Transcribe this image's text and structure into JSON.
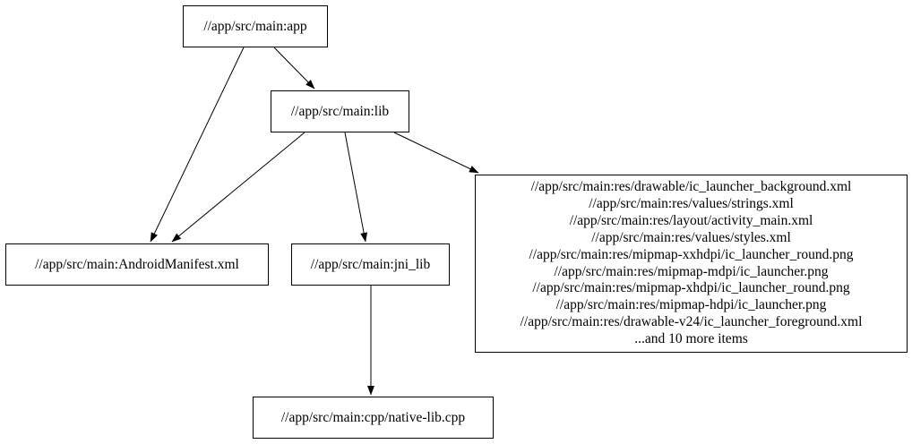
{
  "graph": {
    "background_color": "#ffffff",
    "node_border_color": "#000000",
    "edge_color": "#000000",
    "text_color": "#000000",
    "nodes": {
      "app": {
        "label": "//app/src/main:app"
      },
      "lib": {
        "label": "//app/src/main:lib"
      },
      "manifest": {
        "label": "//app/src/main:AndroidManifest.xml"
      },
      "jni_lib": {
        "label": "//app/src/main:jni_lib"
      },
      "native_cpp": {
        "label": "//app/src/main:cpp/native-lib.cpp"
      },
      "res_files": {
        "lines": [
          "//app/src/main:res/drawable/ic_launcher_background.xml",
          "//app/src/main:res/values/strings.xml",
          "//app/src/main:res/layout/activity_main.xml",
          "//app/src/main:res/values/styles.xml",
          "//app/src/main:res/mipmap-xxhdpi/ic_launcher_round.png",
          "//app/src/main:res/mipmap-mdpi/ic_launcher.png",
          "//app/src/main:res/mipmap-xhdpi/ic_launcher_round.png",
          "//app/src/main:res/mipmap-hdpi/ic_launcher.png",
          "//app/src/main:res/drawable-v24/ic_launcher_foreground.xml",
          "...and 10 more items"
        ]
      }
    },
    "edges": [
      {
        "from": "app",
        "to": "lib"
      },
      {
        "from": "app",
        "to": "manifest"
      },
      {
        "from": "lib",
        "to": "manifest"
      },
      {
        "from": "lib",
        "to": "jni_lib"
      },
      {
        "from": "lib",
        "to": "res_files"
      },
      {
        "from": "jni_lib",
        "to": "native_cpp"
      }
    ]
  }
}
